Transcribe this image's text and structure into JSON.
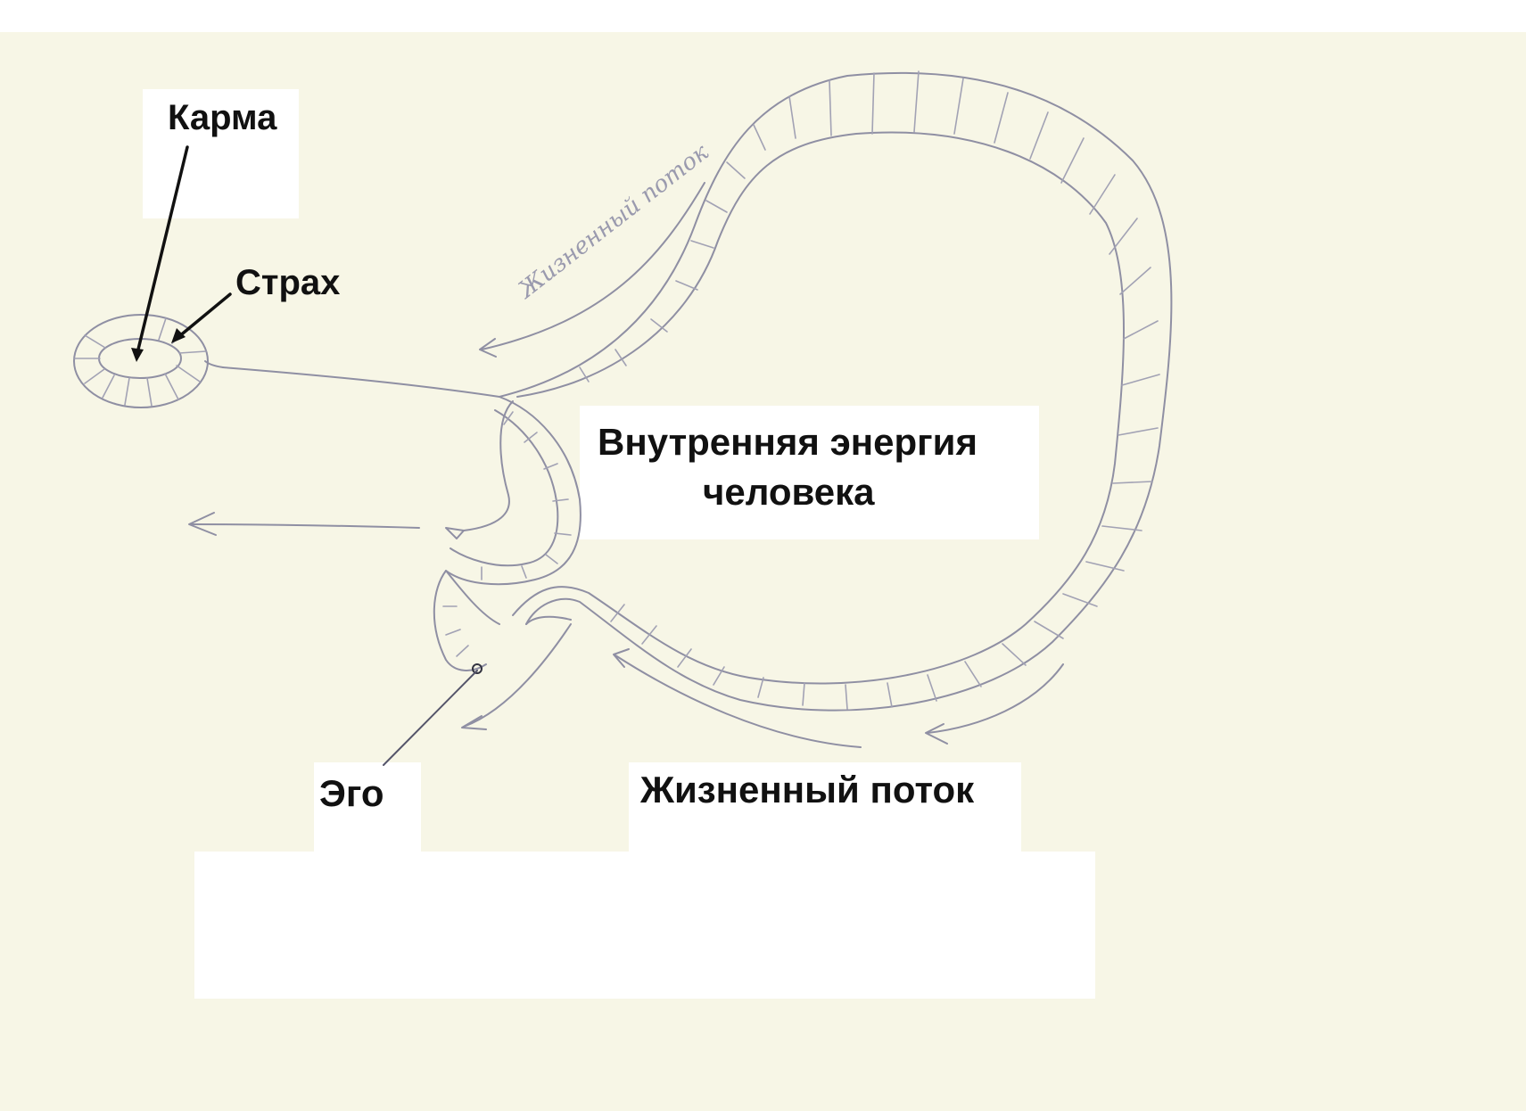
{
  "labels": {
    "karma": "Карма",
    "fear": "Страх",
    "inner_energy_line1": "Внутренняя энергия",
    "inner_energy_line2": "человека",
    "ego": "Эго",
    "life_flow": "Жизненный поток",
    "handwritten_flow": "Жизненный поток"
  },
  "colors": {
    "paper": "#f7f6e6",
    "pencil": "#8f8fa3",
    "ink": "#111111",
    "patch": "#ffffff"
  }
}
